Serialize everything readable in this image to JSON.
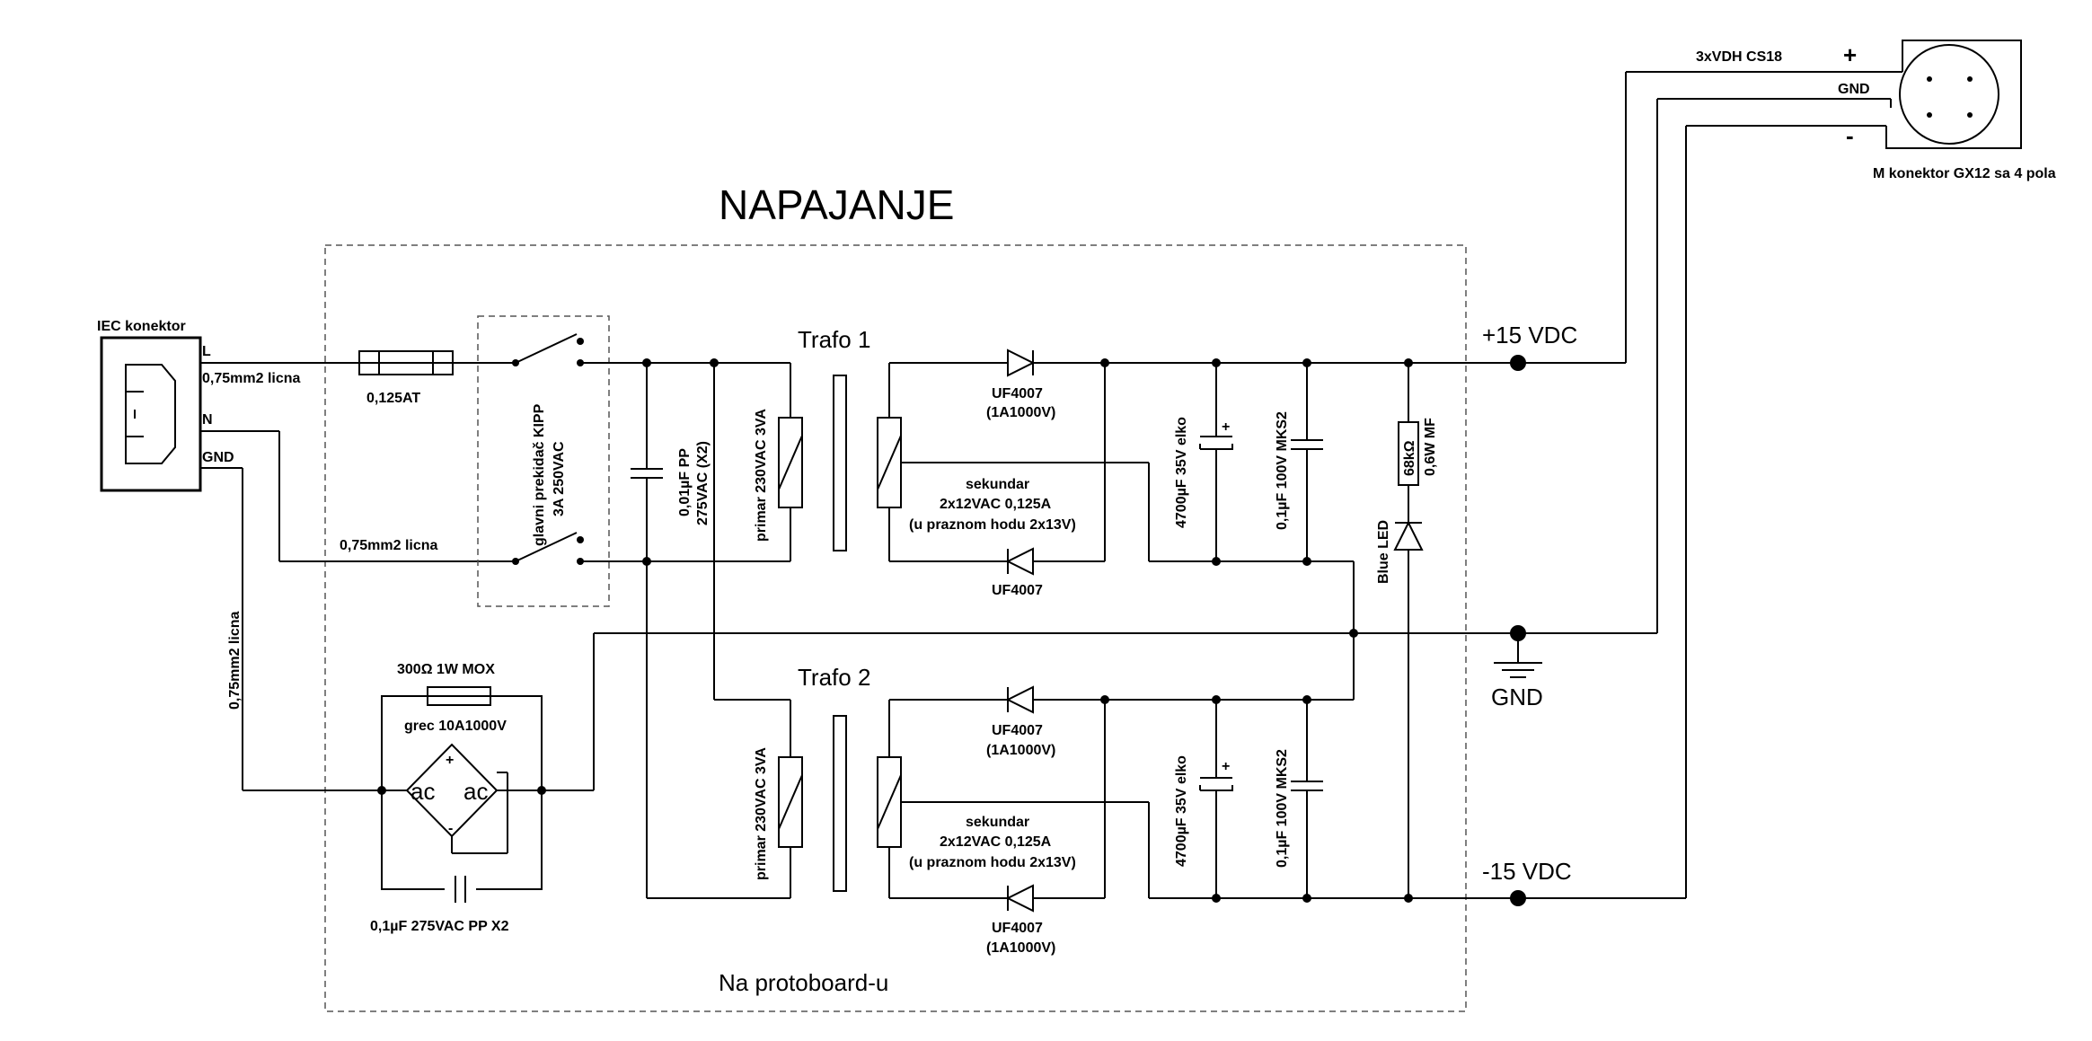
{
  "title": "NAPAJANJE",
  "board_label": "Na protoboard-u",
  "iec": {
    "label": "IEC konektor",
    "pin_l": "L",
    "pin_n": "N",
    "pin_gnd": "GND"
  },
  "wires": {
    "l_wire": "0,75mm2 licna",
    "n_wire": "0,75mm2 licna",
    "gnd_wire": "0,75mm2 licna"
  },
  "fuse": "0,125AT",
  "switch": {
    "line1": "glavni prekidač KIPP",
    "line2": "3A 250VAC"
  },
  "x_cap": {
    "line1": "0,01µF PP",
    "line2": "275VAC (X2)"
  },
  "trafo1": {
    "name": "Trafo 1",
    "primary": "primar 230VAC 3VA",
    "sec1": "sekundar",
    "sec2": "2x12VAC 0,125A",
    "sec3": "(u praznom hodu 2x13V)"
  },
  "trafo2": {
    "name": "Trafo 2",
    "primary": "primar 230VAC 3VA",
    "sec1": "sekundar",
    "sec2": "2x12VAC 0,125A",
    "sec3": "(u praznom hodu 2x13V)"
  },
  "diodes": {
    "d1_part": "UF4007",
    "d1_rating": "(1A1000V)",
    "d2_part": "UF4007",
    "d3_part": "UF4007",
    "d3_rating": "(1A1000V)",
    "d4_part": "UF4007",
    "d4_rating": "(1A1000V)"
  },
  "caps": {
    "elko_top": "4700µF 35V elko",
    "mks_top": "0,1µF 100V MKS2",
    "elko_bot": "4700µF 35V elko",
    "mks_bot": "0,1µF 100V MKS2",
    "plus": "+"
  },
  "led": {
    "resistor": "68kΩ",
    "resistor_rating": "0,6W MF",
    "led_label": "Blue LED"
  },
  "ground_loop": {
    "resistor": "300Ω 1W MOX",
    "bridge": "grec 10A1000V",
    "ac_left": "ac",
    "ac_right": "ac",
    "plus": "+",
    "minus": "-",
    "cap": "0,1µF 275VAC PP X2"
  },
  "outputs": {
    "pos": "+15 VDC",
    "neg": "-15 VDC",
    "gnd": "GND"
  },
  "connector": {
    "cable": "3xVDH CS18",
    "plus": "+",
    "gnd": "GND",
    "minus": "-",
    "label": "M konektor GX12 sa 4 pola"
  }
}
